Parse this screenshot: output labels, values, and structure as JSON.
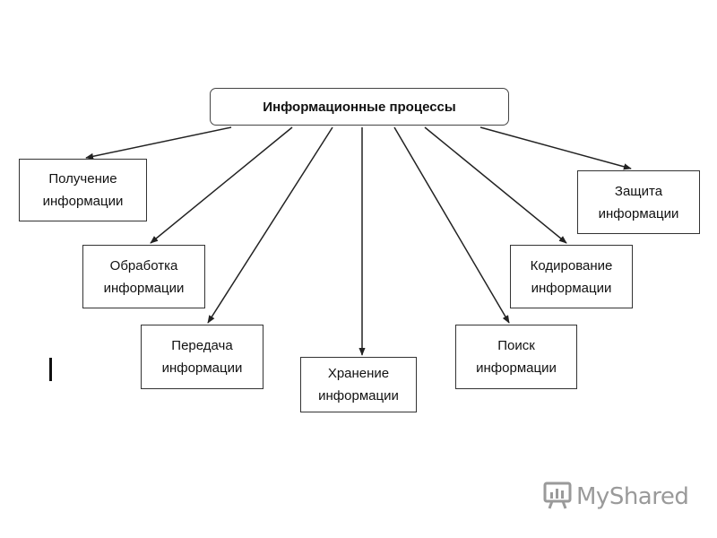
{
  "diagram": {
    "root": {
      "label": "Информационные процессы"
    },
    "children": [
      {
        "id": "receive",
        "lines": [
          "Получение",
          "информации"
        ]
      },
      {
        "id": "process",
        "lines": [
          "Обработка",
          "информации"
        ]
      },
      {
        "id": "transfer",
        "lines": [
          "Передача",
          "информации"
        ]
      },
      {
        "id": "store",
        "lines": [
          "Хранение",
          "информации"
        ]
      },
      {
        "id": "search",
        "lines": [
          "Поиск",
          "информации"
        ]
      },
      {
        "id": "encode",
        "lines": [
          "Кодирование",
          "информации"
        ]
      },
      {
        "id": "protect",
        "lines": [
          "Защита",
          "информации"
        ]
      }
    ]
  },
  "watermark": {
    "text": "MyShared",
    "icon": "presentation-board-icon",
    "color": "#9a9a9a"
  },
  "colors": {
    "line": "#222222",
    "box_border": "#333333"
  }
}
